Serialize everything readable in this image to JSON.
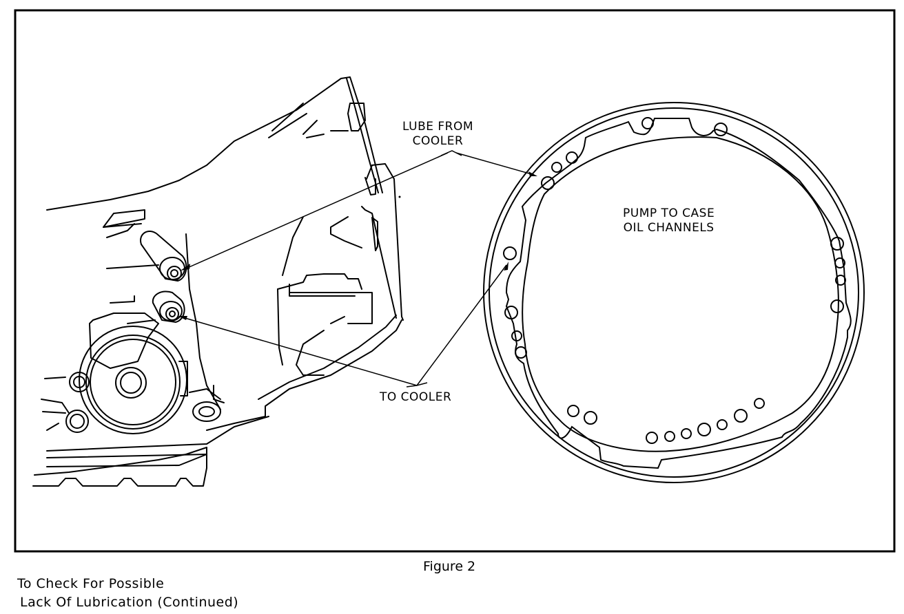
{
  "figure": {
    "caption": "Figure 2",
    "callouts": {
      "lube_from_cooler": [
        "LUBE FROM",
        "COOLER"
      ],
      "pump_to_case": [
        "PUMP TO CASE",
        "OIL CHANNELS"
      ],
      "to_cooler": "TO COOLER"
    },
    "parts": {
      "transmission_case": "transmission case (cutaway side view)",
      "cooler_line_fitting_upper": "lube-from-cooler fitting",
      "cooler_line_fitting_lower": "to-cooler fitting",
      "pump_gasket": "pump to case gasket / oil channel plate"
    },
    "colors": {
      "ink": "#000000",
      "paper": "#ffffff"
    }
  },
  "section_title": [
    "To Check For Possible",
    "Lack Of Lubrication (Continued)"
  ]
}
